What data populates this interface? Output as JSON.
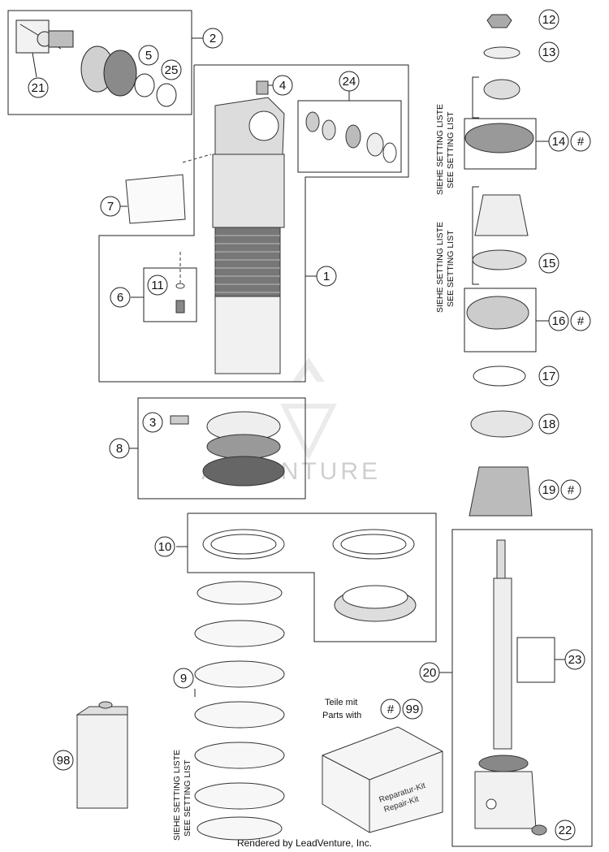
{
  "watermark": "ADVENTURE",
  "credit": "Rendered by LeadVenture, Inc.",
  "setting_list": {
    "line1": "SIEHE SETTING LISTE",
    "line2": "SEE SETTING LIST"
  },
  "parts_note": {
    "line1": "Teile mit",
    "line2": "Parts with"
  },
  "kit_label": {
    "line1": "Reparatur-Kit",
    "line2": "Repair-Kit"
  },
  "callouts": {
    "c1": "1",
    "c2": "2",
    "c3": "3",
    "c4": "4",
    "c5": "5",
    "c6": "6",
    "c7": "7",
    "c8": "8",
    "c9": "9",
    "c10": "10",
    "c11": "11",
    "c12": "12",
    "c13": "13",
    "c14": "14",
    "c15": "15",
    "c16": "16",
    "c17": "17",
    "c18": "18",
    "c19": "19",
    "c20": "20",
    "c21": "21",
    "c22": "22",
    "c23": "23",
    "c24": "24",
    "c25": "25",
    "c98": "98",
    "c99": "99",
    "hash": "#"
  }
}
